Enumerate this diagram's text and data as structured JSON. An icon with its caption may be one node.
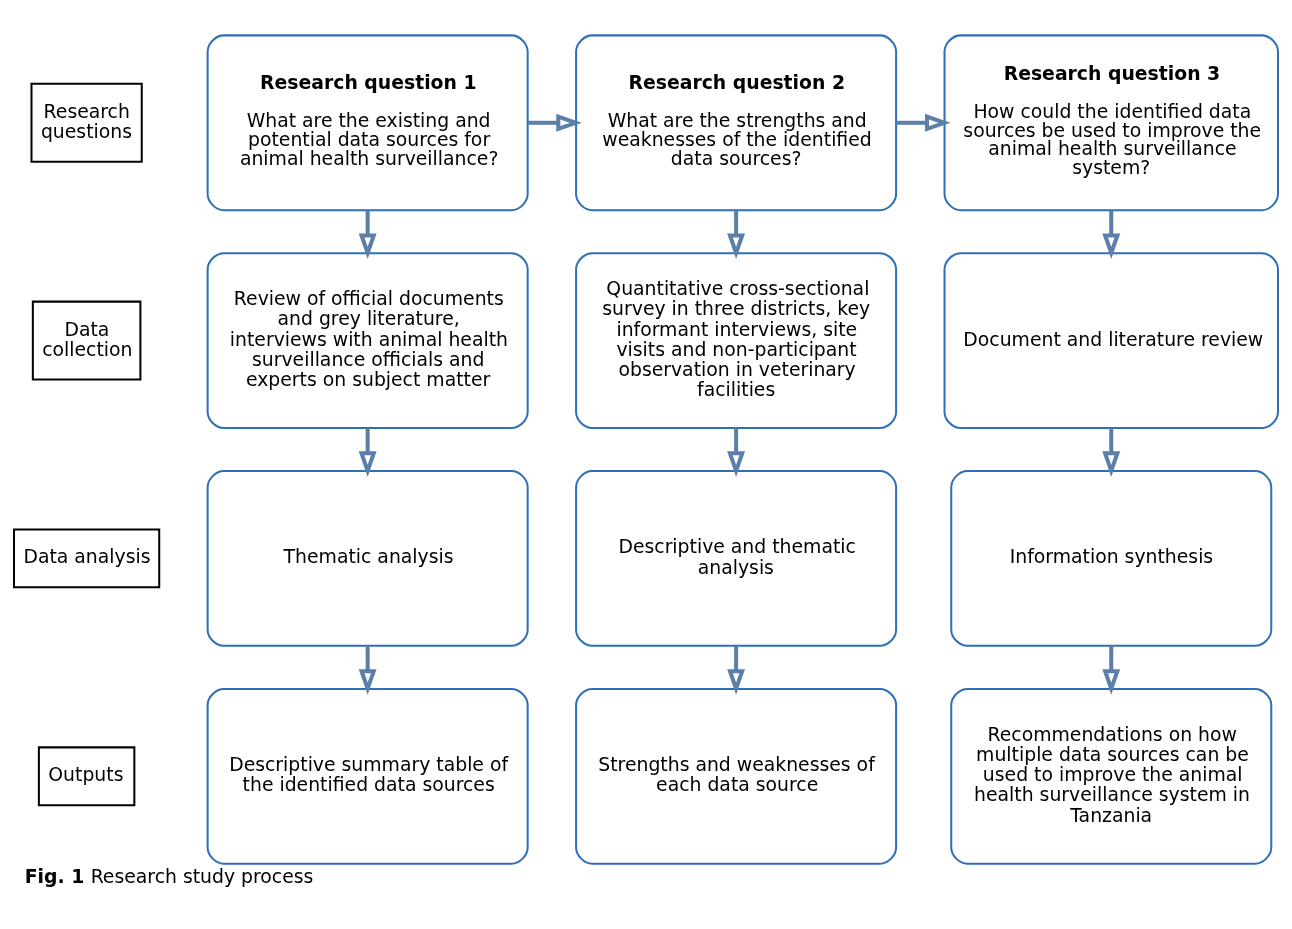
{
  "diagram": {
    "caption": "**Fig. 1** Research study process",
    "nodes": [
      {
        "text": [
          "Research questions"
        ]
      },
      {
        "text": [
          "Research question 1",
          "What are the existing and potential data sources for animal health surveillance?"
        ]
      },
      {
        "text": [
          "Research question 2",
          "What are the strengths and weaknesses of the identified data sources?"
        ]
      },
      {
        "text": [
          "Research question 3",
          "How could the identified data sources be used to improve the animal health surveillance system?"
        ]
      },
      {
        "text": [
          "Data collection"
        ]
      },
      {
        "text": [
          "Review of official documents and grey literature, interviews with animal health surveillance officials and experts on subject matter"
        ]
      },
      {
        "text": [
          "Quantitative cross-sectional survey in three districts, key informant interviews, site visits and non-participant observation in veterinary facilities"
        ]
      },
      {
        "text": [
          "Document and literature review"
        ]
      },
      {
        "text": [
          "Data analysis"
        ]
      },
      {
        "text": [
          "Thematic analysis"
        ]
      },
      {
        "text": [
          "Descriptive and thematic analysis"
        ]
      },
      {
        "text": [
          "Information synthesis"
        ]
      },
      {
        "text": [
          "Outputs"
        ]
      },
      {
        "text": [
          "Descriptive summary table of the identified data sources"
        ]
      },
      {
        "text": [
          "Strengths and weaknesses of each data source"
        ]
      },
      {
        "text": [
          "Recommendations on how multiple data sources can be used to improve the animal health surveillance system in Tanzania"
        ]
      }
    ],
    "edges": [
      {
        "from": 1,
        "to": 2,
        "arrow": "to"
      },
      {
        "from": 2,
        "to": 3,
        "arrow": "to"
      },
      {
        "from": 1,
        "to": 5,
        "arrow": "to"
      },
      {
        "from": 2,
        "to": 6,
        "arrow": "to"
      },
      {
        "from": 3,
        "to": 7,
        "arrow": "to"
      },
      {
        "from": 5,
        "to": 9,
        "arrow": "to"
      },
      {
        "from": 6,
        "to": 10,
        "arrow": "to"
      },
      {
        "from": 7,
        "to": 11,
        "arrow": "to"
      },
      {
        "from": 9,
        "to": 13,
        "arrow": "to"
      },
      {
        "from": 10,
        "to": 14,
        "arrow": "to"
      },
      {
        "from": 11,
        "to": 15,
        "arrow": "to"
      }
    ]
  }
}
